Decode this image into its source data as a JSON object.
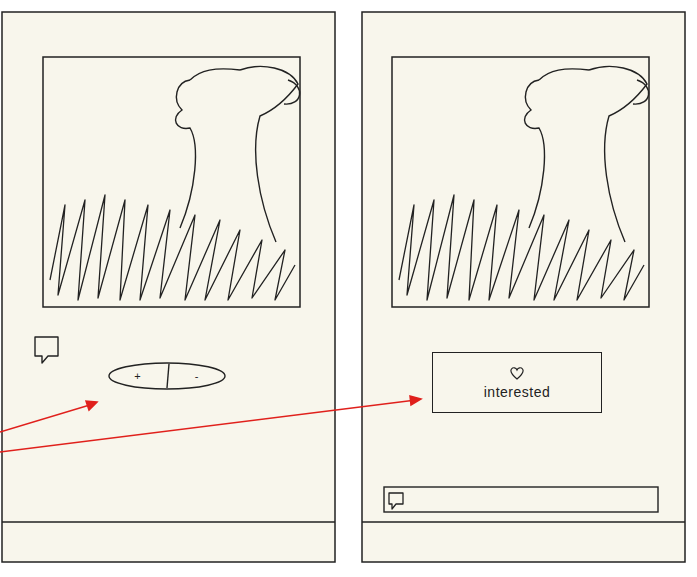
{
  "diagram": {
    "nodes": [
      {
        "text": [
          "+",
          "-"
        ]
      },
      {
        "text": [
          "interested"
        ]
      }
    ]
  }
}
